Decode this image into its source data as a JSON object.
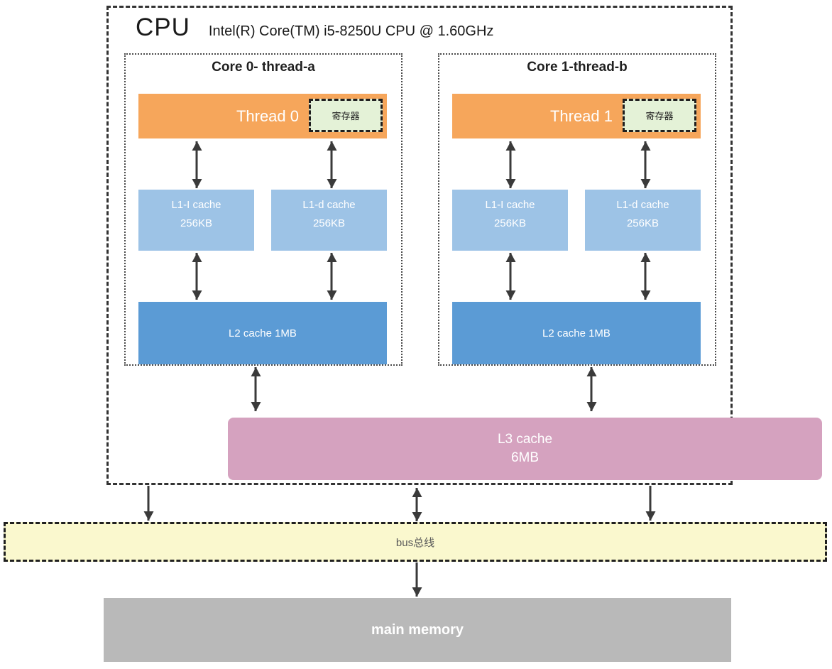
{
  "colors": {
    "thread_orange": "#F6A65B",
    "register_green": "#E4F2D7",
    "l1_blue": "#9DC3E6",
    "l2_blue": "#5B9BD5",
    "l3_pink": "#D5A2BF",
    "bus_yellow": "#FAF8CE",
    "memory_gray": "#B9B9B9",
    "arrow_dark": "#3A3A3A",
    "border_dark": "#333333"
  },
  "cpu": {
    "title": "CPU",
    "subtitle": "Intel(R) Core(TM) i5-8250U CPU @ 1.60GHz",
    "cores": [
      {
        "title": "Core 0- thread-a",
        "thread": "Thread 0",
        "register": "寄存器",
        "l1i_name": "L1-I cache",
        "l1i_size": "256KB",
        "l1d_name": "L1-d cache",
        "l1d_size": "256KB",
        "l2": "L2 cache 1MB"
      },
      {
        "title": "Core 1-thread-b",
        "thread": "Thread 1",
        "register": "寄存器",
        "l1i_name": "L1-I cache",
        "l1i_size": "256KB",
        "l1d_name": "L1-d cache",
        "l1d_size": "256KB",
        "l2": "L2 cache 1MB"
      }
    ],
    "l3_name": "L3 cache",
    "l3_size": "6MB"
  },
  "bus": {
    "label": "bus总线"
  },
  "memory": {
    "label": "main memory"
  }
}
